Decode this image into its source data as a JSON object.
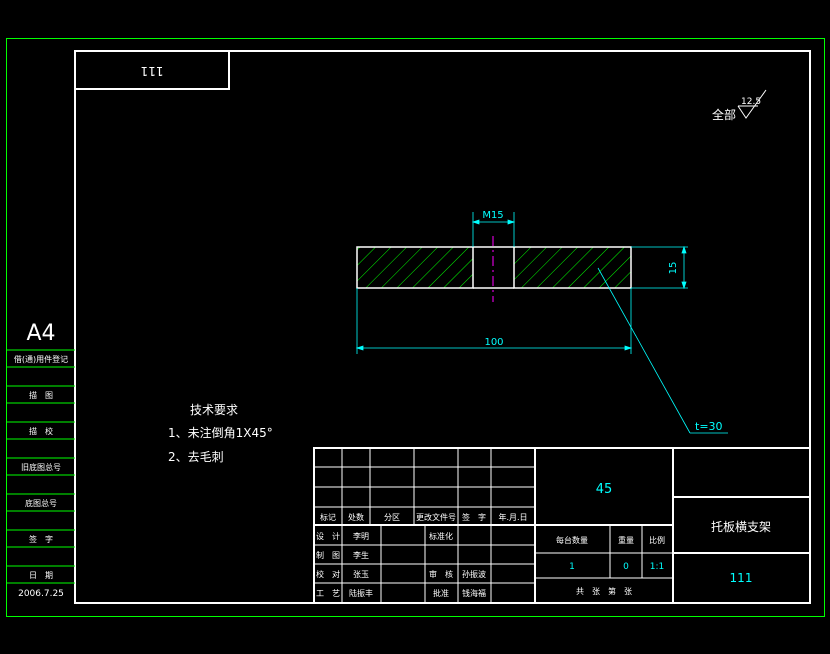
{
  "colors": {
    "background": "#000000",
    "outer_frame": "#00ff00",
    "inner_frame": "#ffffff",
    "dimension": "#00ffff",
    "hatch": "#00ff00",
    "centerline": "#ff00ff",
    "text_yellow": "#ffff00"
  },
  "header_box": {
    "code": "111"
  },
  "surface_finish": {
    "label": "全部",
    "roughness": "12.5"
  },
  "dimensions": {
    "hole": "M15",
    "height": "15",
    "length": "100",
    "thickness": "t=30"
  },
  "tech_requirements": {
    "title": "技术要求",
    "items": [
      "1、未注倒角1X45°",
      "2、去毛刺"
    ]
  },
  "left_strip": {
    "sheet_size": "A4",
    "rows": [
      "借(通)用件登记",
      "描　图",
      "描　校",
      "旧底图总号",
      "底图总号",
      "签　字",
      "日　期"
    ],
    "date": "2006.7.25"
  },
  "title_block": {
    "revision_headers": [
      "标记",
      "处数",
      "分区",
      "更改文件号",
      "签　字",
      "年.月.日"
    ],
    "sign_rows": [
      {
        "role": "设　计",
        "name": "李明",
        "std_label": "标准化",
        "std_name": ""
      },
      {
        "role": "制　图",
        "name": "李生",
        "std_label": "",
        "std_name": ""
      },
      {
        "role": "校　对",
        "name": "张玉",
        "std_label": "审　核",
        "std_name": "孙振波"
      },
      {
        "role": "工　艺",
        "name": "陆振丰",
        "std_label": "批准",
        "std_name": "钱海福"
      }
    ],
    "material": "45",
    "weight_headers": [
      "每台数量",
      "重量",
      "比例"
    ],
    "weight_values": [
      "1",
      "0",
      "1:1"
    ],
    "sheets": "共　张　第　张",
    "part_name": "托板横支架",
    "drawing_number": "111"
  }
}
